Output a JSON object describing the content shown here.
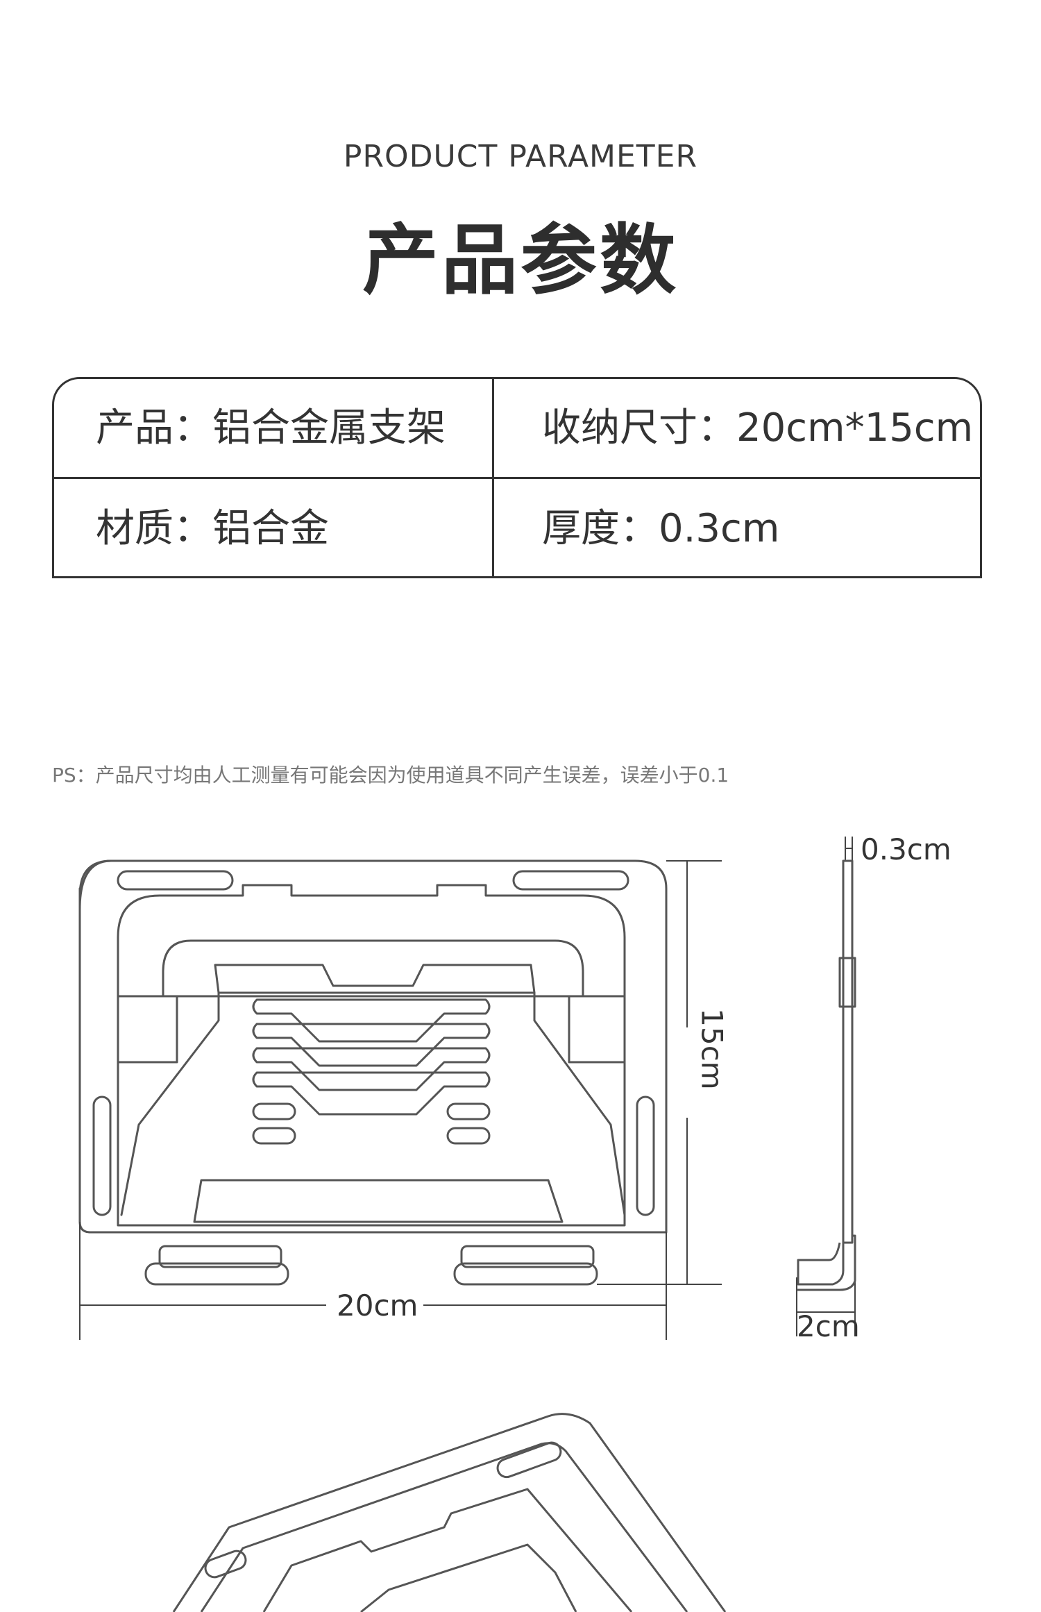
{
  "header": {
    "title_en": "PRODUCT PARAMETER",
    "title_cn": "产品参数"
  },
  "params": {
    "product": "产品：铝合金属支架",
    "storage_size": "收纳尺寸：20cm*15cm",
    "material": "材质：铝合金",
    "thickness": "厚度：0.3cm"
  },
  "note": "PS：产品尺寸均由人工测量有可能会因为使用道具不同产生误差，误差小于0.1",
  "dimensions": {
    "width": "20cm",
    "height": "15cm",
    "thickness": "0.3cm",
    "depth": "2cm"
  },
  "colors": {
    "line": "#333333",
    "drawing": "#555555"
  }
}
